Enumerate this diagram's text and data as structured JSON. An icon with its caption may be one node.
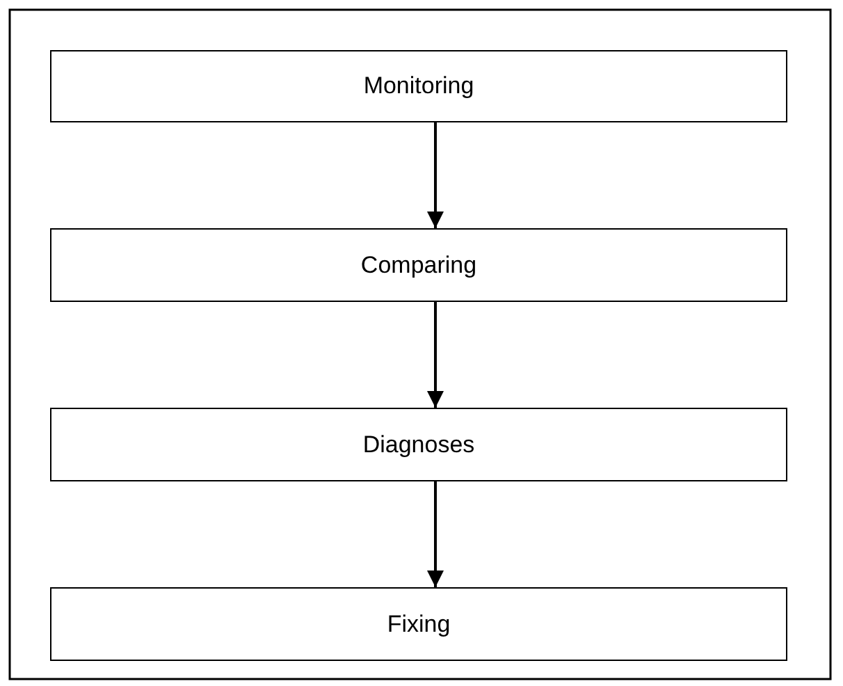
{
  "diagram": {
    "nodes": [
      {
        "text": [
          "Monitoring"
        ]
      },
      {
        "text": [
          "Comparing"
        ]
      },
      {
        "text": [
          "Diagnoses"
        ]
      },
      {
        "text": [
          "Fixing"
        ]
      }
    ],
    "edges": [
      {
        "from": 0,
        "to": 1,
        "arrow": "to"
      },
      {
        "from": 1,
        "to": 2,
        "arrow": "to"
      },
      {
        "from": 2,
        "to": 3,
        "arrow": "to"
      }
    ]
  }
}
